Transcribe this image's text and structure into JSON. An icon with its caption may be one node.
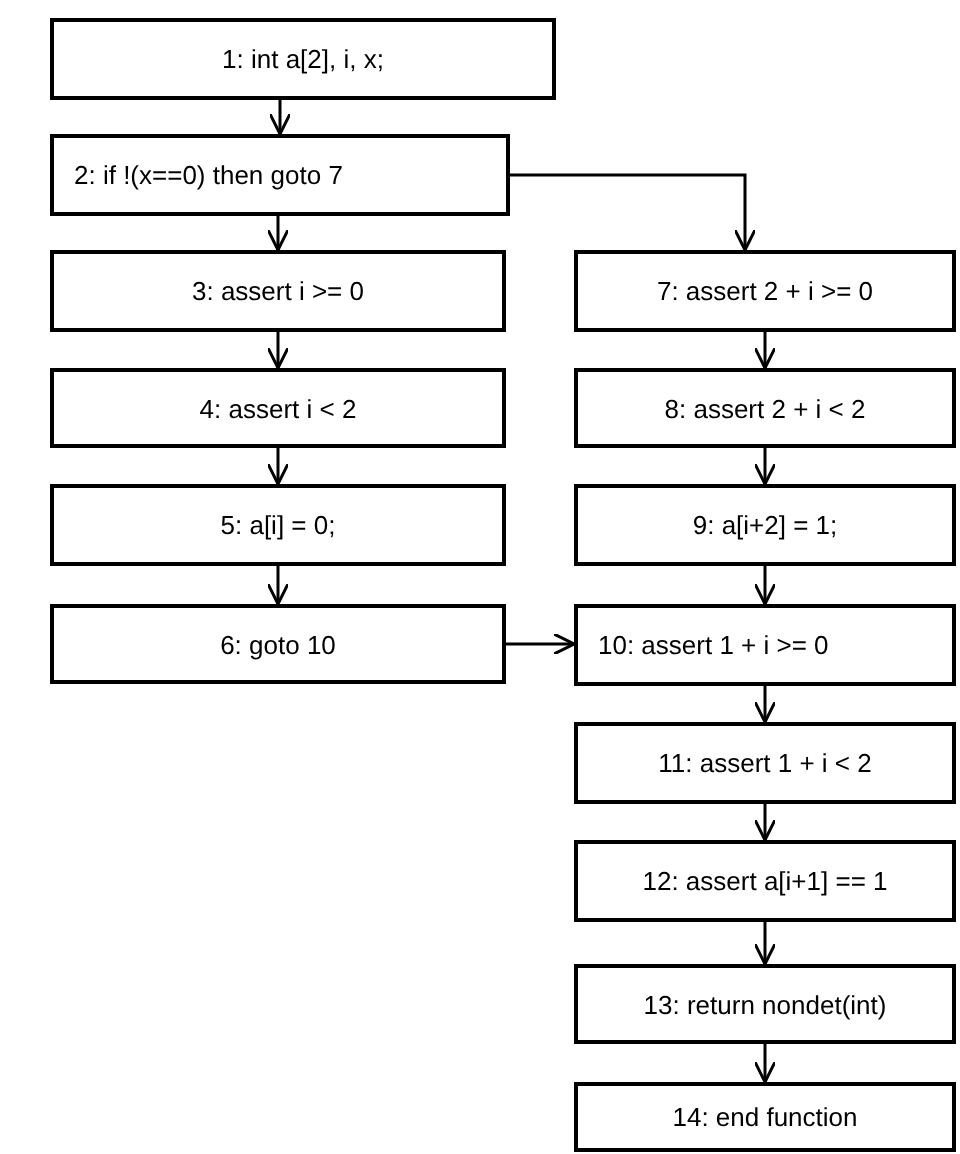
{
  "diagram": {
    "nodes": [
      {
        "text": [
          "1: int a[2], i, x;"
        ]
      },
      {
        "text": [
          "2: if !(x==0) then goto 7"
        ]
      },
      {
        "text": [
          "3: assert i >= 0"
        ]
      },
      {
        "text": [
          "4: assert i < 2"
        ]
      },
      {
        "text": [
          "5: a[i] = 0;"
        ]
      },
      {
        "text": [
          "6: goto 10"
        ]
      },
      {
        "text": [
          "7: assert 2 + i >= 0"
        ]
      },
      {
        "text": [
          "8: assert 2 + i < 2"
        ]
      },
      {
        "text": [
          "9: a[i+2] = 1;"
        ]
      },
      {
        "text": [
          "10: assert 1 + i >= 0"
        ]
      },
      {
        "text": [
          "11: assert 1 + i < 2"
        ]
      },
      {
        "text": [
          "12: assert a[i+1] == 1"
        ]
      },
      {
        "text": [
          "13: return nondet(int)"
        ]
      },
      {
        "text": [
          "14: end function"
        ]
      }
    ],
    "edges": [
      {
        "from": 0,
        "to": 1,
        "arrow": "to"
      },
      {
        "from": 1,
        "to": 2,
        "arrow": "to"
      },
      {
        "from": 1,
        "to": 6,
        "arrow": "to"
      },
      {
        "from": 2,
        "to": 3,
        "arrow": "to"
      },
      {
        "from": 3,
        "to": 4,
        "arrow": "to"
      },
      {
        "from": 4,
        "to": 5,
        "arrow": "to"
      },
      {
        "from": 5,
        "to": 9,
        "arrow": "to"
      },
      {
        "from": 6,
        "to": 7,
        "arrow": "to"
      },
      {
        "from": 7,
        "to": 8,
        "arrow": "to"
      },
      {
        "from": 8,
        "to": 9,
        "arrow": "to"
      },
      {
        "from": 9,
        "to": 10,
        "arrow": "to"
      },
      {
        "from": 10,
        "to": 11,
        "arrow": "to"
      },
      {
        "from": 11,
        "to": 12,
        "arrow": "to"
      },
      {
        "from": 12,
        "to": 13,
        "arrow": "to"
      }
    ]
  }
}
